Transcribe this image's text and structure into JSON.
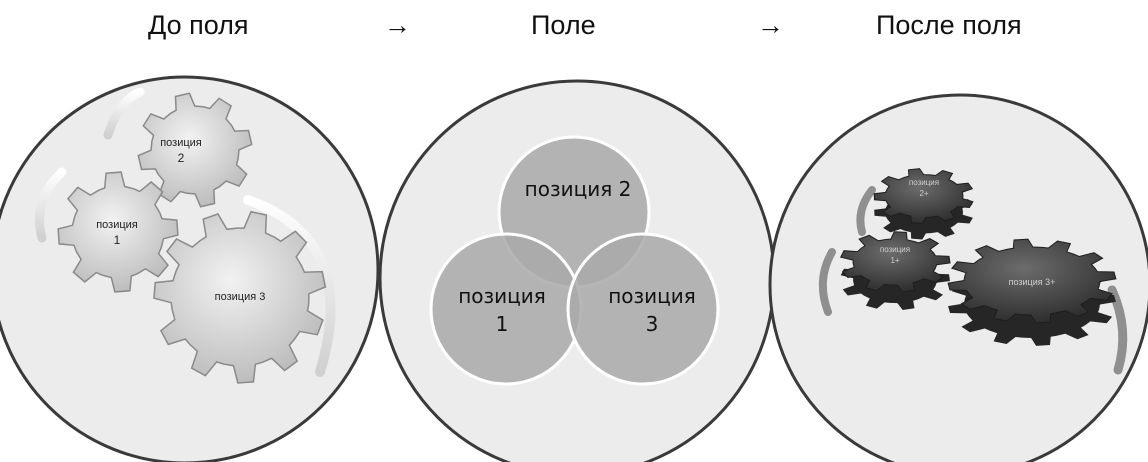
{
  "headings": {
    "before": "До поля",
    "field": "Поле",
    "after": "После поля",
    "arrow_1": "→",
    "arrow_2": "→"
  },
  "before_panel": {
    "gear_top_line1": "позиция",
    "gear_top_line2": "2",
    "gear_left_line1": "позиция",
    "gear_left_line2": "1",
    "gear_big": "позиция 3"
  },
  "field_panel": {
    "circle_top": "позиция 2",
    "circle_left_line1": "позиция",
    "circle_left_line2": "1",
    "circle_right_line1": "позиция",
    "circle_right_line2": "3"
  },
  "after_panel": {
    "gear_top_line1": "позиция",
    "gear_top_line2": "2+",
    "gear_left_line1": "позиция",
    "gear_left_line2": "1+",
    "gear_big": "позиция 3+"
  }
}
